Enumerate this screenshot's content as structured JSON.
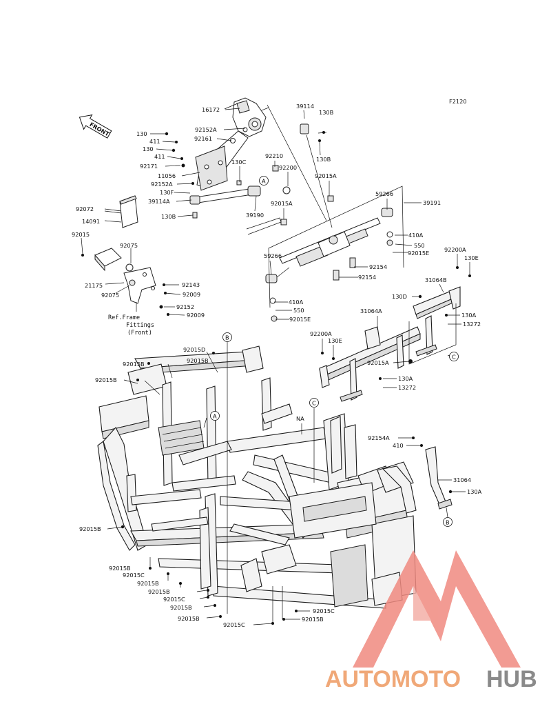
{
  "figure_code": "F2120",
  "front_label": "FRONT",
  "ref_note": [
    "Ref.Frame",
    "Fittings",
    "(Front)"
  ],
  "callouts": {
    "a": "A",
    "b": "B",
    "c": "C"
  },
  "na_label": "NA",
  "parts": {
    "p16172": "16172",
    "p92152A_1": "92152A",
    "p92161": "92161",
    "p130_1": "130",
    "p411_1": "411",
    "p130_2": "130",
    "p411_2": "411",
    "p92171": "92171",
    "p11056": "11056",
    "p92152A_2": "92152A",
    "p130F": "130F",
    "p39114A": "39114A",
    "p130B_1": "130B",
    "p130C_1": "130C",
    "p92210": "92210",
    "p92200": "92200",
    "p39190": "39190",
    "p92015A_1": "92015A",
    "p39114": "39114",
    "p130B_2": "130B",
    "p130B_3": "130B",
    "p92015A_2": "92015A",
    "p59266_1": "59266",
    "p39191": "39191",
    "p410A_1": "410A",
    "p550_1": "550",
    "p92015E_1": "92015E",
    "p92154_1": "92154",
    "p92154_2": "92154",
    "p59266_2": "59266",
    "p410A_2": "410A",
    "p550_2": "550",
    "p92015E_2": "92015E",
    "p92072": "92072",
    "p14091": "14091",
    "p92015": "92015",
    "p92075_1": "92075",
    "p21175": "21175",
    "p92075_2": "92075",
    "p92143": "92143",
    "p92009_1": "92009",
    "p92152": "92152",
    "p92009_2": "92009",
    "p92200A_1": "92200A",
    "p130E_1": "130E",
    "p31064B": "31064B",
    "p130D": "130D",
    "p130A_1": "130A",
    "p13272_1": "13272",
    "p31064A": "31064A",
    "p92200A_2": "92200A",
    "p130E_2": "130E",
    "p92015A_3": "92015A",
    "p130A_2": "130A",
    "p13272_2": "13272",
    "p92015D": "92015D",
    "p92015B_1": "92015B",
    "p92015B_2": "92015B",
    "p92015B_3": "92015B",
    "p92154A": "92154A",
    "p410": "410",
    "p31064": "31064",
    "p130A_3": "130A",
    "p92015B_4": "92015B",
    "p92015B_5": "92015B",
    "p92015C_1": "92015C",
    "p92015B_6": "92015B",
    "p92015B_7": "92015B",
    "p92015C_2": "92015C",
    "p92015B_8": "92015B",
    "p92015B_9": "92015B",
    "p92015C_3": "92015C",
    "p92015C_4": "92015C",
    "p92015B_10": "92015B"
  },
  "watermark": {
    "part1": "AUTOMOTO",
    "part2": "HUB",
    "color1": "#f0a878",
    "color2": "#8a8a8a",
    "logo_color": "#f08a80"
  }
}
